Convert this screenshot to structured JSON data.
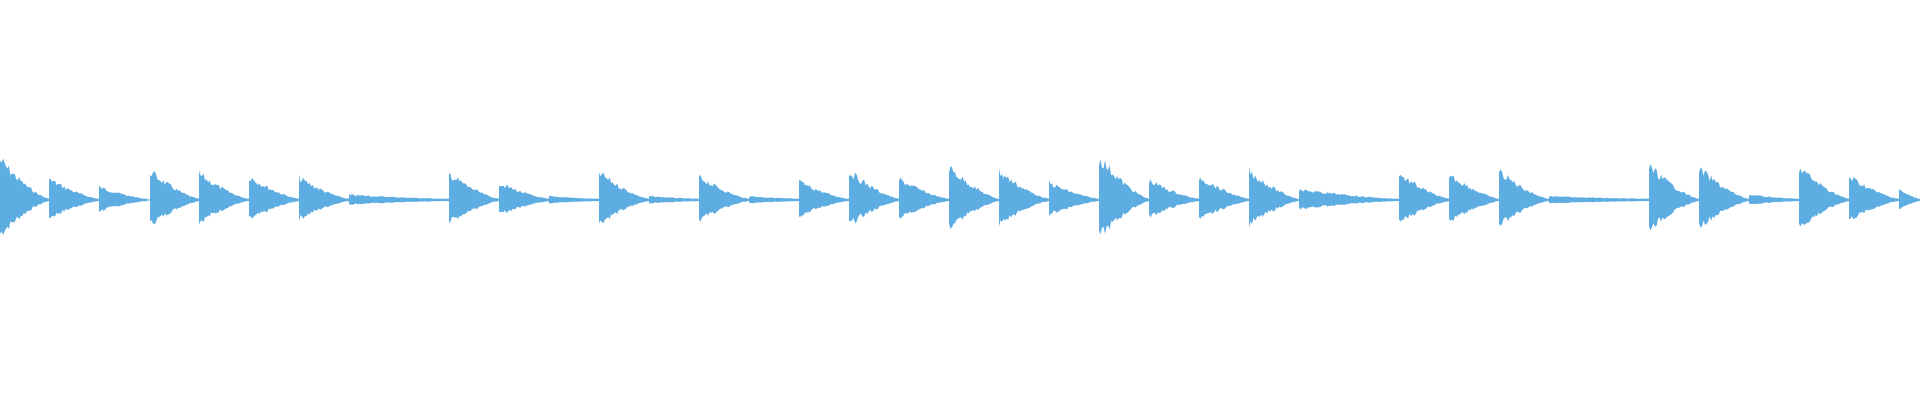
{
  "waveform": {
    "color": "#5dade2",
    "baseline_color": "#5dade2",
    "segments": [
      {
        "onset": 0.0,
        "peak": 0.3,
        "decay_len": 0.049
      },
      {
        "onset": 0.049,
        "peak": 0.15,
        "decay_len": 0.05
      },
      {
        "onset": 0.099,
        "peak": 0.09,
        "decay_len": 0.048
      },
      {
        "onset": 0.15,
        "peak": 0.21,
        "decay_len": 0.049
      },
      {
        "onset": 0.199,
        "peak": 0.19,
        "decay_len": 0.05
      },
      {
        "onset": 0.249,
        "peak": 0.17,
        "decay_len": 0.05
      },
      {
        "onset": 0.299,
        "peak": 0.16,
        "decay_len": 0.05
      },
      {
        "onset": 0.349,
        "peak": 0.03,
        "decay_len": 0.1
      },
      {
        "onset": 0.449,
        "peak": 0.19,
        "decay_len": 0.05
      },
      {
        "onset": 0.499,
        "peak": 0.12,
        "decay_len": 0.05
      },
      {
        "onset": 0.549,
        "peak": 0.02,
        "decay_len": 0.05
      },
      {
        "onset": 0.599,
        "peak": 0.2,
        "decay_len": 0.05
      },
      {
        "onset": 0.649,
        "peak": 0.02,
        "decay_len": 0.05
      },
      {
        "onset": 0.699,
        "peak": 0.17,
        "decay_len": 0.05
      },
      {
        "onset": 0.749,
        "peak": 0.02,
        "decay_len": 0.05
      },
      {
        "onset": 0.799,
        "peak": 0.13,
        "decay_len": 0.05
      },
      {
        "onset": 0.849,
        "peak": 0.21,
        "decay_len": 0.05
      },
      {
        "onset": 0.899,
        "peak": 0.15,
        "decay_len": 0.05
      },
      {
        "onset": 0.949,
        "peak": 0.24,
        "decay_len": 0.05
      },
      {
        "onset": 0.999,
        "peak": 0.21,
        "decay_len": 0.05
      },
      {
        "onset": 1.049,
        "peak": 0.12,
        "decay_len": 0.05
      },
      {
        "onset": 1.099,
        "peak": 0.32,
        "decay_len": 0.05
      },
      {
        "onset": 1.149,
        "peak": 0.14,
        "decay_len": 0.05
      },
      {
        "onset": 1.199,
        "peak": 0.17,
        "decay_len": 0.05
      },
      {
        "onset": 1.249,
        "peak": 0.21,
        "decay_len": 0.05
      },
      {
        "onset": 1.299,
        "peak": 0.07,
        "decay_len": 0.1
      },
      {
        "onset": 1.399,
        "peak": 0.19,
        "decay_len": 0.05
      },
      {
        "onset": 1.449,
        "peak": 0.19,
        "decay_len": 0.05
      },
      {
        "onset": 1.499,
        "peak": 0.21,
        "decay_len": 0.05
      },
      {
        "onset": 1.549,
        "peak": 0.02,
        "decay_len": 0.1
      },
      {
        "onset": 1.649,
        "peak": 0.25,
        "decay_len": 0.05
      },
      {
        "onset": 1.699,
        "peak": 0.23,
        "decay_len": 0.05
      },
      {
        "onset": 1.749,
        "peak": 0.03,
        "decay_len": 0.05
      },
      {
        "onset": 1.799,
        "peak": 0.24,
        "decay_len": 0.05
      },
      {
        "onset": 1.849,
        "peak": 0.17,
        "decay_len": 0.05
      },
      {
        "onset": 1.899,
        "peak": 0.07,
        "decay_len": 0.021
      }
    ]
  }
}
